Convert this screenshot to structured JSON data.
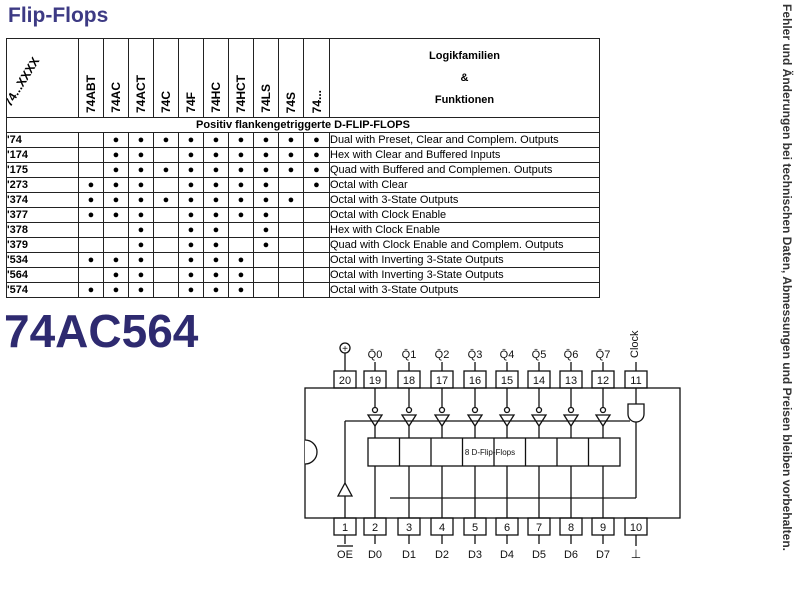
{
  "title": "Flip-Flops",
  "part_number": "74AC564",
  "side_note": "Fehler und Änderungen bei technischen Daten, Abmessungen und Preisen bleiben vorbehalten.",
  "table": {
    "corner_label": "74...XXXX",
    "families": [
      "74ABT",
      "74AC",
      "74ACT",
      "74C",
      "74F",
      "74HC",
      "74HCT",
      "74LS",
      "74S",
      "74..."
    ],
    "header_right": [
      "Logikfamilien",
      "&",
      "Funktionen"
    ],
    "section_label": "Positiv flankengetriggerte D-FLIP-FLOPS",
    "rows": [
      {
        "code": "'74",
        "marks": [
          0,
          1,
          1,
          1,
          1,
          1,
          1,
          1,
          1,
          1
        ],
        "desc": "Dual with Preset, Clear and Complem. Outputs"
      },
      {
        "code": "'174",
        "marks": [
          0,
          1,
          1,
          0,
          1,
          1,
          1,
          1,
          1,
          1
        ],
        "desc": "Hex with Clear and Buffered Inputs"
      },
      {
        "code": "'175",
        "marks": [
          0,
          1,
          1,
          1,
          1,
          1,
          1,
          1,
          1,
          1
        ],
        "desc": "Quad with Buffered and Complemen. Outputs"
      },
      {
        "code": "'273",
        "marks": [
          1,
          1,
          1,
          0,
          1,
          1,
          1,
          1,
          0,
          1
        ],
        "desc": "Octal with Clear"
      },
      {
        "code": "'374",
        "marks": [
          1,
          1,
          1,
          1,
          1,
          1,
          1,
          1,
          1,
          0
        ],
        "desc": "Octal with 3-State Outputs"
      },
      {
        "code": "'377",
        "marks": [
          1,
          1,
          1,
          0,
          1,
          1,
          1,
          1,
          0,
          0
        ],
        "desc": "Octal with Clock Enable"
      },
      {
        "code": "'378",
        "marks": [
          0,
          0,
          1,
          0,
          1,
          1,
          0,
          1,
          0,
          0
        ],
        "desc": "Hex with Clock Enable"
      },
      {
        "code": "'379",
        "marks": [
          0,
          0,
          1,
          0,
          1,
          1,
          0,
          1,
          0,
          0
        ],
        "desc": "Quad with Clock Enable and Complem. Outputs"
      },
      {
        "code": "'534",
        "marks": [
          1,
          1,
          1,
          0,
          1,
          1,
          1,
          0,
          0,
          0
        ],
        "desc": "Octal with Inverting 3-State Outputs"
      },
      {
        "code": "'564",
        "marks": [
          0,
          1,
          1,
          0,
          1,
          1,
          1,
          0,
          0,
          0
        ],
        "desc": "Octal with Inverting 3-State Outputs"
      },
      {
        "code": "'574",
        "marks": [
          1,
          1,
          1,
          0,
          1,
          1,
          1,
          0,
          0,
          0
        ],
        "desc": "Octal with 3-State Outputs"
      }
    ]
  },
  "pinout": {
    "top_labels": [
      "Q̄0",
      "Q̄1",
      "Q̄2",
      "Q̄3",
      "Q̄4",
      "Q̄5",
      "Q̄6",
      "Q̄7"
    ],
    "clock_label": "Clock",
    "top_pins": [
      "20",
      "19",
      "18",
      "17",
      "16",
      "15",
      "14",
      "13",
      "12",
      "11"
    ],
    "bottom_pins": [
      "1",
      "2",
      "3",
      "4",
      "5",
      "6",
      "7",
      "8",
      "9",
      "10"
    ],
    "bottom_labels": [
      "OE",
      "D0",
      "D1",
      "D2",
      "D3",
      "D4",
      "D5",
      "D6",
      "D7"
    ],
    "chip_label": "8 D-Flip-Flops",
    "vcc_symbol": "+",
    "gnd_symbol": "⊥"
  }
}
